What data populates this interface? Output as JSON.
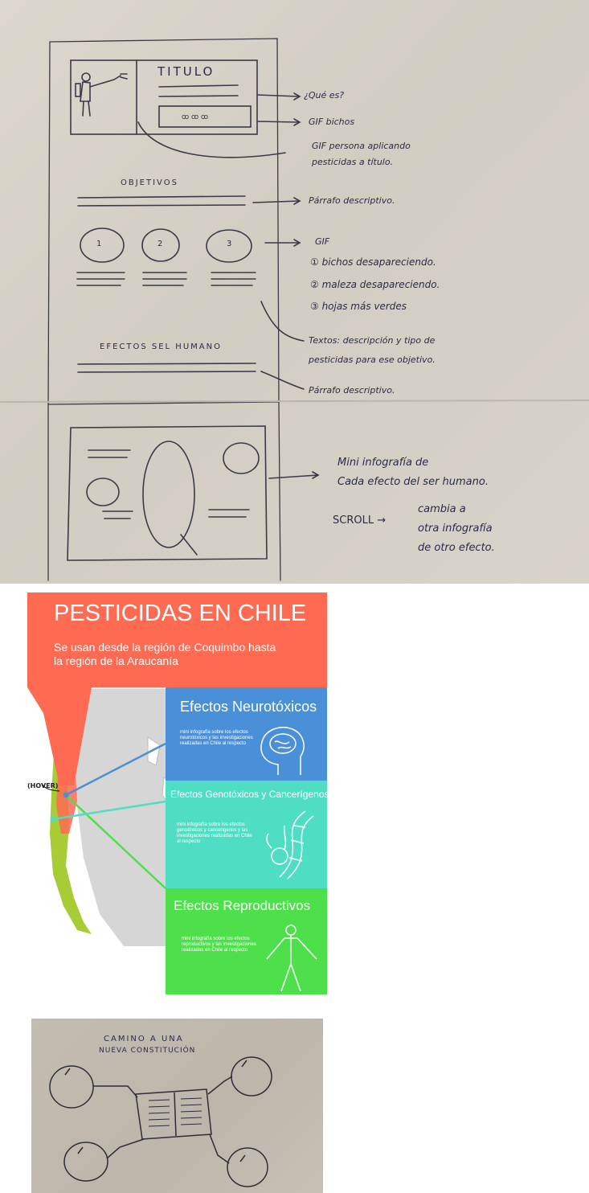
{
  "sketch_top": {
    "title": "TITULO",
    "objectives_heading": "OBJETIVOS",
    "effects_heading": "EFECTOS SEL HUMANO",
    "circle_numbers": [
      "1",
      "2",
      "3"
    ],
    "annotations": {
      "que_es": "¿Qué es?",
      "gif_bichos": "GIF bichos",
      "gif_persona_1": "GIF persona aplicando",
      "gif_persona_2": "pesticidas a título.",
      "parrafo_1": "Párrafo descriptivo.",
      "gif": "GIF",
      "item_1": "① bichos desapareciendo.",
      "item_2": "② maleza desapareciendo.",
      "item_3": "③ hojas más verdes",
      "textos_1": "Textos: descripción y tipo de",
      "textos_2": "pesticidas para ese objetivo.",
      "parrafo_2": "Párrafo descriptivo.",
      "mini_1": "Mini infografía de",
      "mini_2": "Cada efecto del ser humano.",
      "scroll": "SCROLL →",
      "scroll_1": "cambia a",
      "scroll_2": "otra infografía",
      "scroll_3": "de otro efecto."
    }
  },
  "mockup": {
    "title": "PESTICIDAS EN CHILE",
    "subtitle_1": "Se usan desde la región de Coquimbo hasta",
    "subtitle_2": "la región de la Araucanía",
    "hover_label": "(HOVER)",
    "cards": [
      {
        "title": "Efectos Neurotóxicos",
        "desc": "mini infografía sobre los efectos neurotóxicos y las investigaciones realizadas en Chile al respecto",
        "icon": "head-icon"
      },
      {
        "title": "Efectos Genotóxicos y Cancerígenos",
        "desc": "mini infografía sobre los efectos genotóxicos y cancerígenos y las investigaciones realizadas en Chile al respecto",
        "icon": "dna-icon"
      },
      {
        "title": "Efectos Reproductivos",
        "desc": "mini infografía sobre los efectos reproductivos y las investigaciones realizadas en Chile al respecto",
        "icon": "body-icon"
      }
    ],
    "colors": {
      "header": "#ff6a52",
      "neuro": "#4a90d9",
      "geno": "#4fdec4",
      "repro": "#4ee04a",
      "map_green": "#a8cc35",
      "map_gray": "#d6d6d6"
    }
  },
  "sketch_bottom": {
    "title_1": "CAMINO A UNA",
    "title_2": "NUEVA CONSTITUCIÓN"
  }
}
